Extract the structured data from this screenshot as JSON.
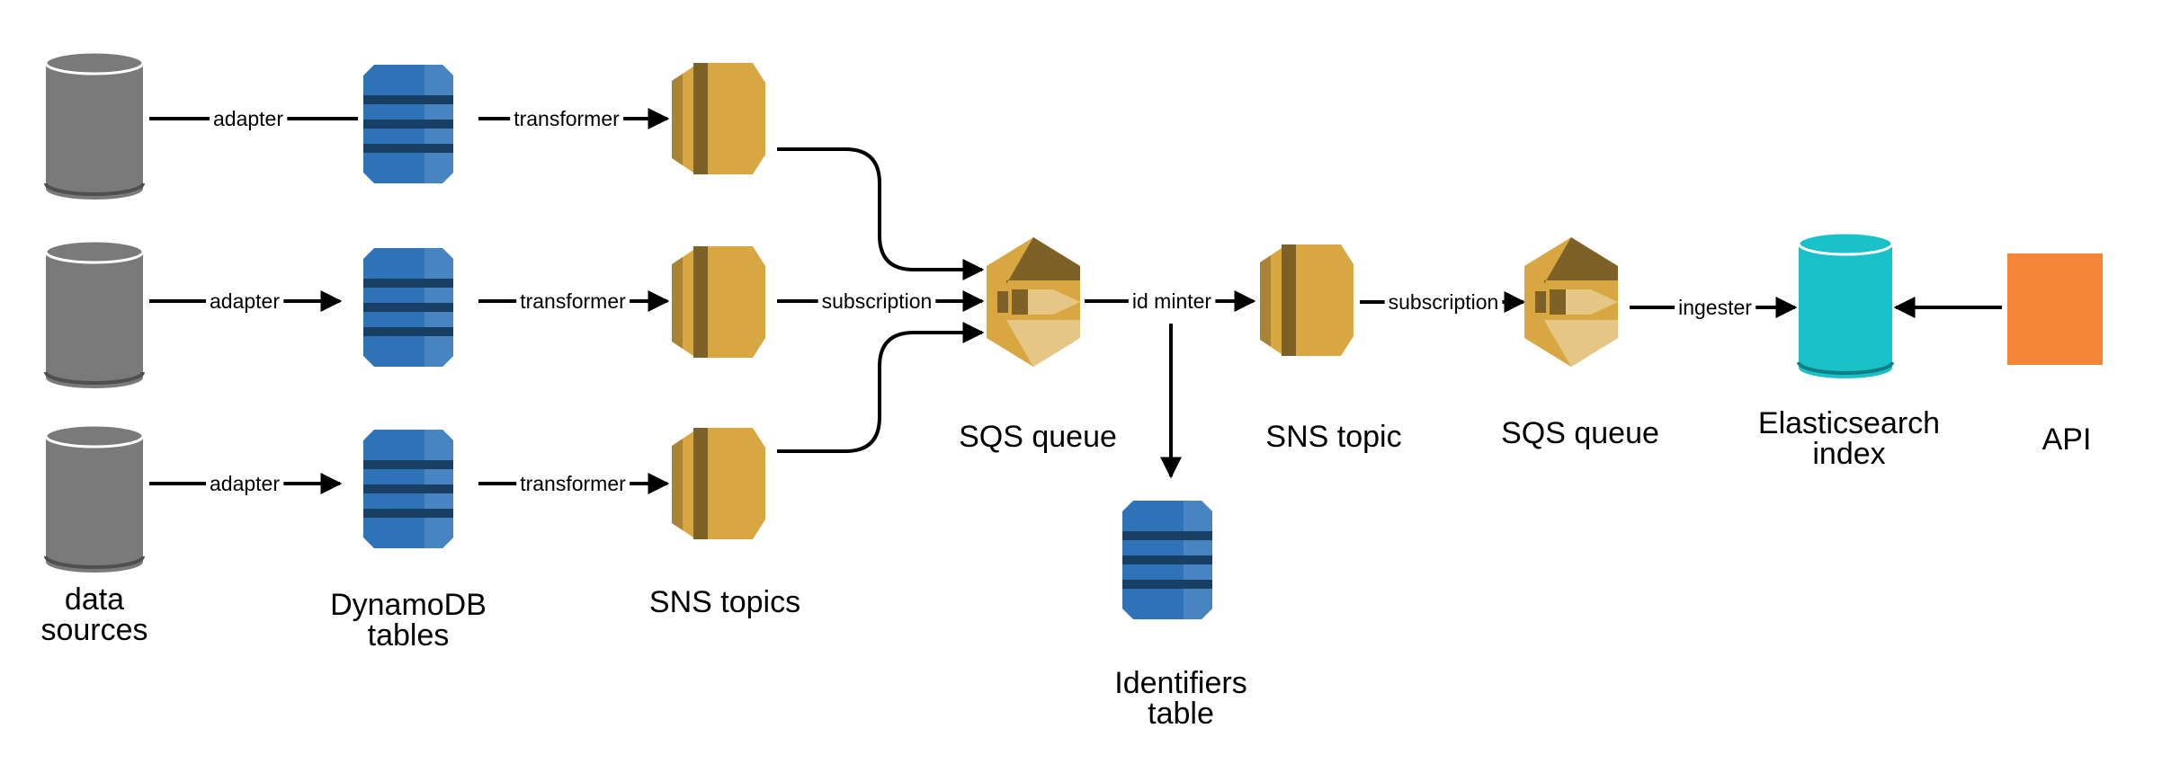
{
  "colors": {
    "data_source": "#7a7a7a",
    "dynamodb": "#2e73b8",
    "sns": "#d9a741",
    "sqs": "#d9a741",
    "elasticsearch": "#19c2c8",
    "api": "#f58536",
    "edge": "#000000"
  },
  "captions": {
    "data_sources": [
      "data",
      "sources"
    ],
    "dynamodb_tables": [
      "DynamoDB",
      "tables"
    ],
    "sns_topics": [
      "SNS topics"
    ],
    "sqs_queue_1": [
      "SQS queue"
    ],
    "identifiers_table": [
      "Identifiers",
      "table"
    ],
    "sns_topic": [
      "SNS topic"
    ],
    "sqs_queue_2": [
      "SQS queue"
    ],
    "elasticsearch_index": [
      "Elasticsearch",
      "index"
    ],
    "api": [
      "API"
    ]
  },
  "edge_labels": {
    "adapter_1": "adapter",
    "adapter_2": "adapter",
    "adapter_3": "adapter",
    "transformer_1": "transformer",
    "transformer_2": "transformer",
    "transformer_3": "transformer",
    "subscription_1": "subscription",
    "id_minter": "id minter",
    "subscription_2": "subscription",
    "ingester": "ingester"
  },
  "icons": {
    "data_source": "cylinder-icon",
    "dynamodb": "dynamodb-icon",
    "sns": "sns-topic-icon",
    "sqs": "sqs-queue-icon",
    "elasticsearch": "elasticsearch-icon",
    "api": "api-icon"
  }
}
